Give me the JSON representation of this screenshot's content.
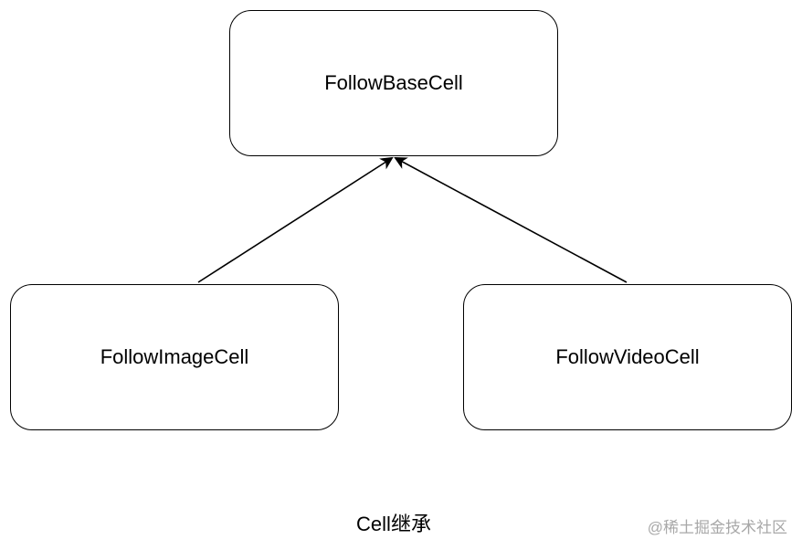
{
  "diagram": {
    "nodes": {
      "base": {
        "label": "FollowBaseCell"
      },
      "image": {
        "label": "FollowImageCell"
      },
      "video": {
        "label": "FollowVideoCell"
      }
    },
    "edges": [
      {
        "from": "image",
        "to": "base",
        "type": "inheritance"
      },
      {
        "from": "video",
        "to": "base",
        "type": "inheritance"
      }
    ],
    "caption": "Cell继承"
  },
  "watermark": "@稀土掘金技术社区",
  "colors": {
    "stroke": "#000000",
    "background": "#ffffff",
    "watermark": "#a8a8a8"
  }
}
